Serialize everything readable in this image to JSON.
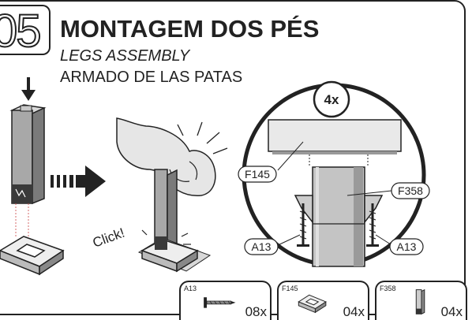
{
  "step": {
    "number": "05"
  },
  "title": {
    "pt": "MONTAGEM DOS PÉS",
    "en": "LEGS ASSEMBLY",
    "es": "ARMADO DE LAS PATAS"
  },
  "illustration": {
    "click_label": "Click!",
    "multiplier": "4x",
    "callouts": [
      "F145",
      "F358",
      "A13",
      "A13"
    ]
  },
  "parts": [
    {
      "code": "A13",
      "qty": "08x",
      "icon": "screw-icon"
    },
    {
      "code": "F145",
      "qty": "04x",
      "icon": "leg-foot-icon"
    },
    {
      "code": "F358",
      "qty": "04x",
      "icon": "leg-tube-icon"
    }
  ]
}
